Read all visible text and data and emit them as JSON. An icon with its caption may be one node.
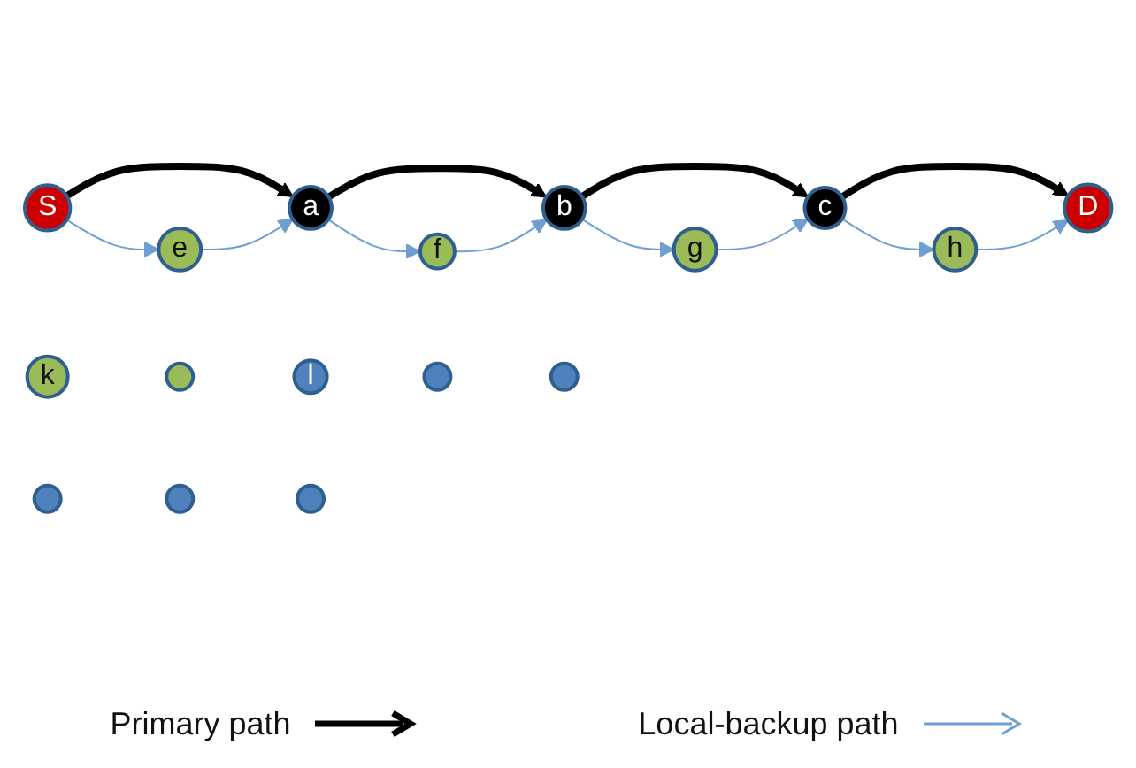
{
  "diagram": {
    "nodes": [
      {
        "text": [
          "S"
        ]
      },
      {
        "text": [
          "e"
        ]
      },
      {
        "text": [
          "a"
        ]
      },
      {
        "text": [
          "f"
        ]
      },
      {
        "text": [
          "b"
        ]
      },
      {
        "text": [
          "g"
        ]
      },
      {
        "text": [
          "c"
        ]
      },
      {
        "text": [
          "h"
        ]
      },
      {
        "text": [
          "D"
        ]
      },
      {
        "text": [
          "k"
        ]
      },
      {
        "text": [],
        "shape": "circle"
      },
      {
        "text": [
          "l"
        ]
      },
      {
        "text": [],
        "shape": "circle"
      },
      {
        "text": [],
        "shape": "circle"
      },
      {
        "text": [],
        "shape": "circle"
      },
      {
        "text": [],
        "shape": "circle"
      },
      {
        "text": [],
        "shape": "circle"
      }
    ],
    "edges": [
      {
        "from": 0,
        "to": 2,
        "arrow": "to",
        "style": "thick",
        "color": "#000000"
      },
      {
        "from": 2,
        "to": 4,
        "arrow": "to",
        "style": "thick",
        "color": "#000000"
      },
      {
        "from": 4,
        "to": 6,
        "arrow": "to",
        "style": "thick",
        "color": "#000000"
      },
      {
        "from": 6,
        "to": 8,
        "arrow": "to",
        "style": "thick",
        "color": "#000000"
      },
      {
        "from": 0,
        "to": 1,
        "arrow": "to"
      },
      {
        "from": 1,
        "to": 2,
        "arrow": "to"
      },
      {
        "from": 2,
        "to": 3,
        "arrow": "to"
      },
      {
        "from": 3,
        "to": 4,
        "arrow": "to"
      },
      {
        "from": 4,
        "to": 5,
        "arrow": "to"
      },
      {
        "from": 5,
        "to": 6,
        "arrow": "to"
      },
      {
        "from": 6,
        "to": 7,
        "arrow": "to"
      },
      {
        "from": 7,
        "to": 8,
        "arrow": "to"
      }
    ],
    "legend": [
      {
        "text": "Primary path"
      },
      {
        "text": "Local-backup path"
      }
    ]
  }
}
